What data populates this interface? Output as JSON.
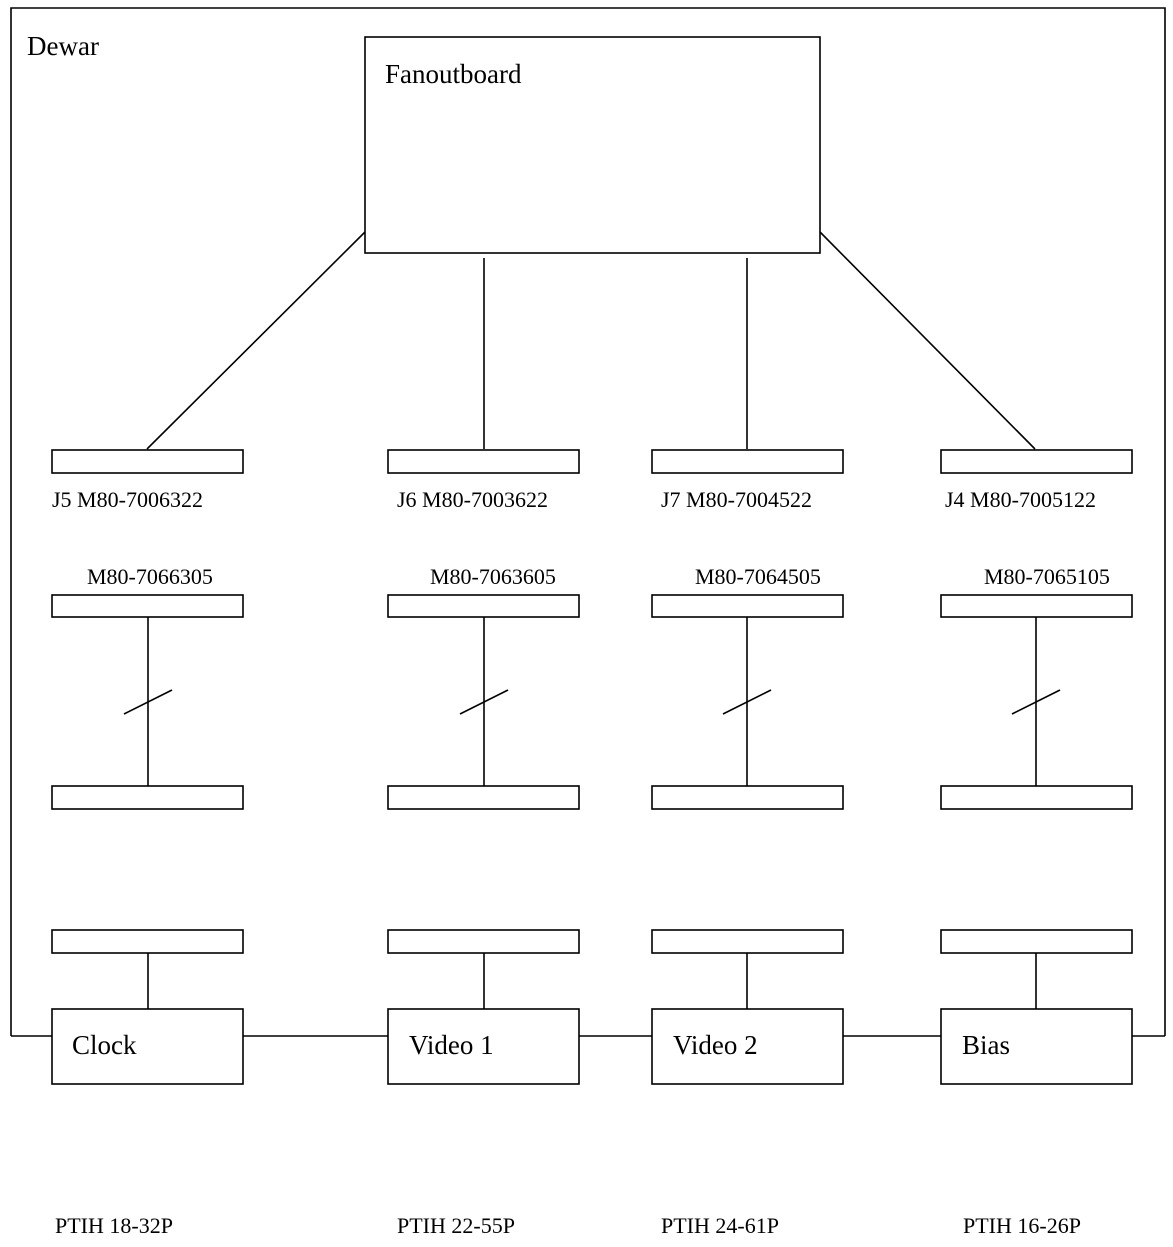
{
  "dewar": {
    "label": "Dewar"
  },
  "fanout": {
    "label": "Fanoutboard"
  },
  "chains": [
    {
      "connector": "J5 M80-7006322",
      "mate": "M80-7066305",
      "module": "Clock",
      "part": "PTIH 18-32P"
    },
    {
      "connector": "J6 M80-7003622",
      "mate": "M80-7063605",
      "module": "Video 1",
      "part": "PTIH 22-55P"
    },
    {
      "connector": "J7 M80-7004522",
      "mate": "M80-7064505",
      "module": "Video 2",
      "part": "PTIH 24-61P"
    },
    {
      "connector": "J4 M80-7005122",
      "mate": "M80-7065105",
      "module": "Bias",
      "part": "PTIH 16-26P"
    }
  ]
}
